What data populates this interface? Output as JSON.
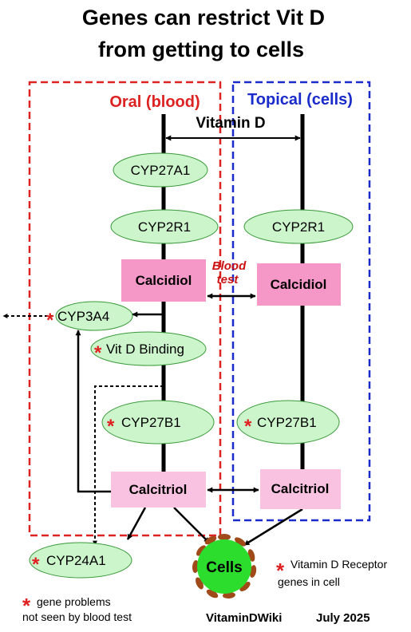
{
  "title": {
    "line1": "Genes can restrict Vit D",
    "line2": "from getting to cells"
  },
  "regions": {
    "oral": {
      "label": "Oral (blood)",
      "color": "#dd2222"
    },
    "topical": {
      "label": "Topical (cells)",
      "color": "#1a2bcc"
    }
  },
  "vitamin_d_label": "Vitamin D",
  "enzymes": {
    "cyp27a1": "CYP27A1",
    "cyp2r1_left": "CYP2R1",
    "cyp2r1_right": "CYP2R1",
    "cyp3a4": "CYP3A4",
    "vitd_binding": "Vit D Binding",
    "cyp27b1_left": "CYP27B1",
    "cyp27b1_right": "CYP27B1",
    "cyp24a1": "CYP24A1"
  },
  "boxes": {
    "calcidiol_left": "Calcidiol",
    "calcidiol_right": "Calcidiol",
    "calcitriol_left": "Calcitriol",
    "calcitriol_right": "Calcitriol"
  },
  "blood_test": {
    "line1": "Blood",
    "line2": "test"
  },
  "cells_label": "Cells",
  "receptor_note": {
    "line1": "Vitamin D Receptor",
    "line2": "genes in cell"
  },
  "gene_note": {
    "line1": "gene problems",
    "line2": "not seen by blood test"
  },
  "footer": {
    "source": "VitaminDWiki",
    "date": "July 2025"
  },
  "star_symbol": "*",
  "colors": {
    "ellipse_fill": "#ccf5cc",
    "ellipse_stroke": "#3a9a3a",
    "box_dark": "#f598c8",
    "box_light": "#f8c2e0",
    "cells_fill": "#2ddd2d",
    "cells_spots": "#a04a1a",
    "star": "#e02020"
  }
}
